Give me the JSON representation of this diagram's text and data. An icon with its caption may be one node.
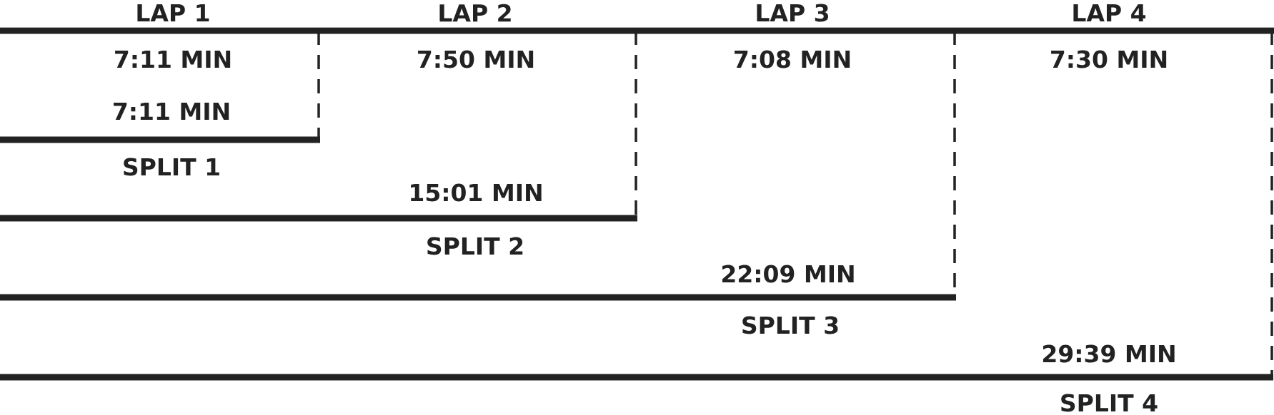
{
  "diagram": {
    "labels": [
      "LAP 1",
      "LAP 2",
      "LAP 3",
      "LAP 4",
      "7:11 MIN",
      "7:50 MIN",
      "7:08 MIN",
      "7:30 MIN",
      "7:11 MIN",
      "SPLIT 1",
      "15:01 MIN",
      "SPLIT 2",
      "22:09 MIN",
      "SPLIT 3",
      "29:39 MIN",
      "SPLIT 4"
    ]
  }
}
